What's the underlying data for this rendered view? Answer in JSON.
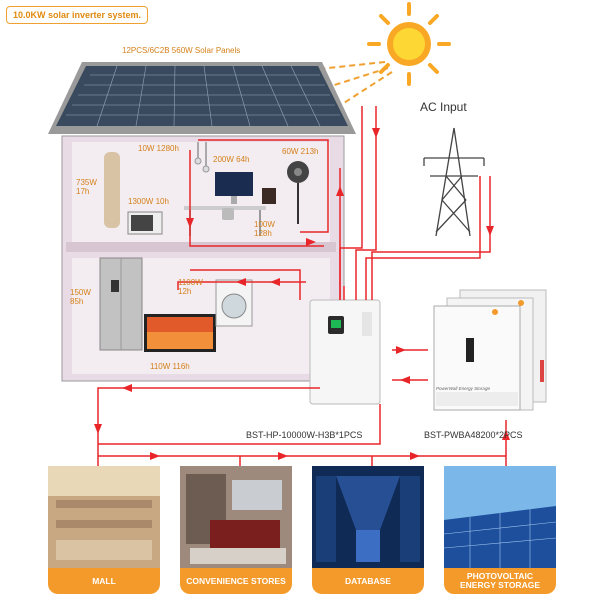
{
  "title": "10.0KW solar inverter system.",
  "panels_label": "12PCS/6C2B 560W Solar Panels",
  "ac_input": "AC Input",
  "loads": {
    "lamp": "10W 1280h",
    "monitor": "200W 64h",
    "fan": "60W 213h",
    "heater": "735W\n17h",
    "microwave": "1300W 10h",
    "printer": "100W\n128h",
    "fridge": "150W\n85h",
    "washer": "1100W\n12h",
    "tv": "110W 116h"
  },
  "inverter_label": "BST-HP-10000W-H3B*1PCS",
  "battery_label": "BST-PWBA48200*2PCS",
  "battery_brand": "PowerWall Energy Storage",
  "cards": [
    {
      "caption": "MALL"
    },
    {
      "caption": "CONVENIENCE STORES"
    },
    {
      "caption": "DATABASE"
    },
    {
      "caption": "PHOTOVOLTAIC\nENERGY STORAGE"
    }
  ],
  "colors": {
    "arrow": "#e8262a",
    "accent": "#f39a2b",
    "house": "#e9dbe6",
    "wall": "#8f8f8f"
  }
}
